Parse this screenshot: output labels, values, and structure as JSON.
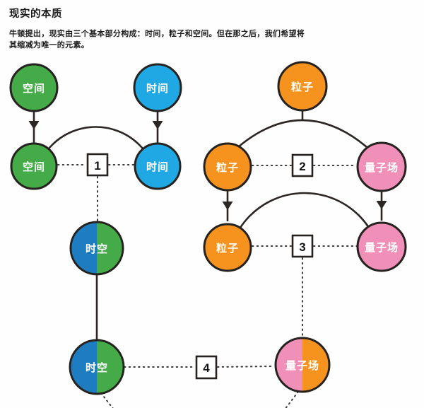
{
  "header": {
    "title": "现实的本质",
    "line1": "牛顿提出，现实由三个基本部分构成：时间，粒子和空间。但在那之后，我们希望将",
    "line2": "其缩减为唯一的元素。"
  },
  "colors": {
    "green": "#45ab49",
    "blue": "#1fa8e3",
    "spacetime_blue": "#1e7dc1",
    "orange": "#f6921e",
    "pink": "#f08fb7"
  },
  "nodes": {
    "space_top": {
      "label": "空间"
    },
    "time_top": {
      "label": "时间"
    },
    "space_mid": {
      "label": "空间"
    },
    "time_mid": {
      "label": "时间"
    },
    "spacetime_mid": {
      "label": "时空"
    },
    "spacetime_bottom": {
      "label": "时空"
    },
    "particle_top": {
      "label": "粒子"
    },
    "particle_mid": {
      "label": "粒子"
    },
    "qfield_mid": {
      "label": "量子场"
    },
    "particle_low": {
      "label": "粒子"
    },
    "qfield_low": {
      "label": "量子场"
    },
    "qfield_bottom": {
      "label": "量子场"
    }
  },
  "boxes": {
    "b1": "1",
    "b2": "2",
    "b3": "3",
    "b4": "4"
  }
}
